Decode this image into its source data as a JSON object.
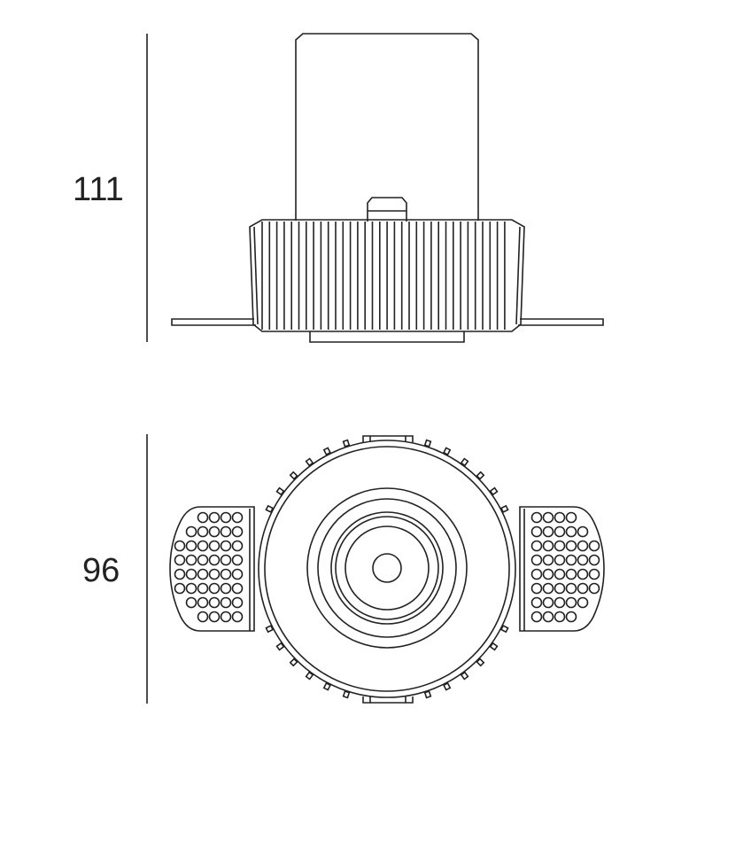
{
  "dimensions": {
    "height": "111",
    "diameter": "96"
  },
  "views": [
    "side-view",
    "top-view"
  ],
  "colors": {
    "line": "#222222",
    "background": "#ffffff"
  }
}
